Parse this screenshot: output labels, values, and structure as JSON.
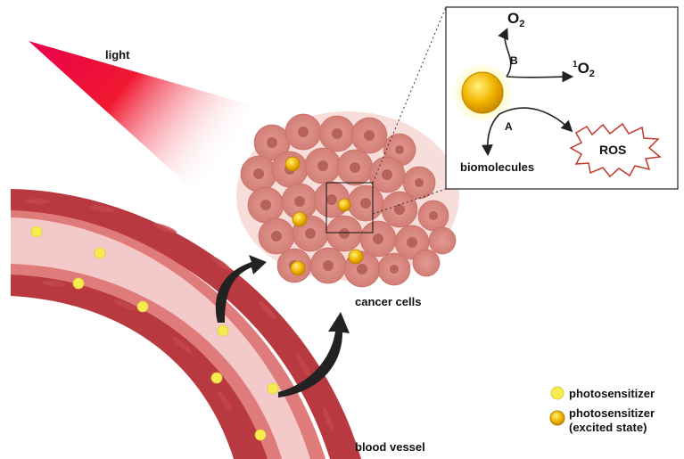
{
  "labels": {
    "light": "light",
    "cancer_cells": "cancer cells",
    "blood_vessel": "blood vessel"
  },
  "inset": {
    "o2_base": "O",
    "o2_sub": "2",
    "singlet_sup": "1",
    "singlet_base": "O",
    "singlet_sub": "2",
    "path_b": "B",
    "path_a": "A",
    "ros": "ROS",
    "biomolecules": "biomolecules"
  },
  "legend": {
    "ground": "photosensitizer",
    "excited_line1": "photosensitizer",
    "excited_line2": "(excited state)"
  },
  "colors": {
    "light": "#e8004f",
    "vessel_wall": "#b8393f",
    "vessel_lumen": "#f4c9c9",
    "cells": "#d98880",
    "photosensitizer": "#f5ec52",
    "excited": "#f2b400",
    "ros_outline": "#c0392b"
  }
}
